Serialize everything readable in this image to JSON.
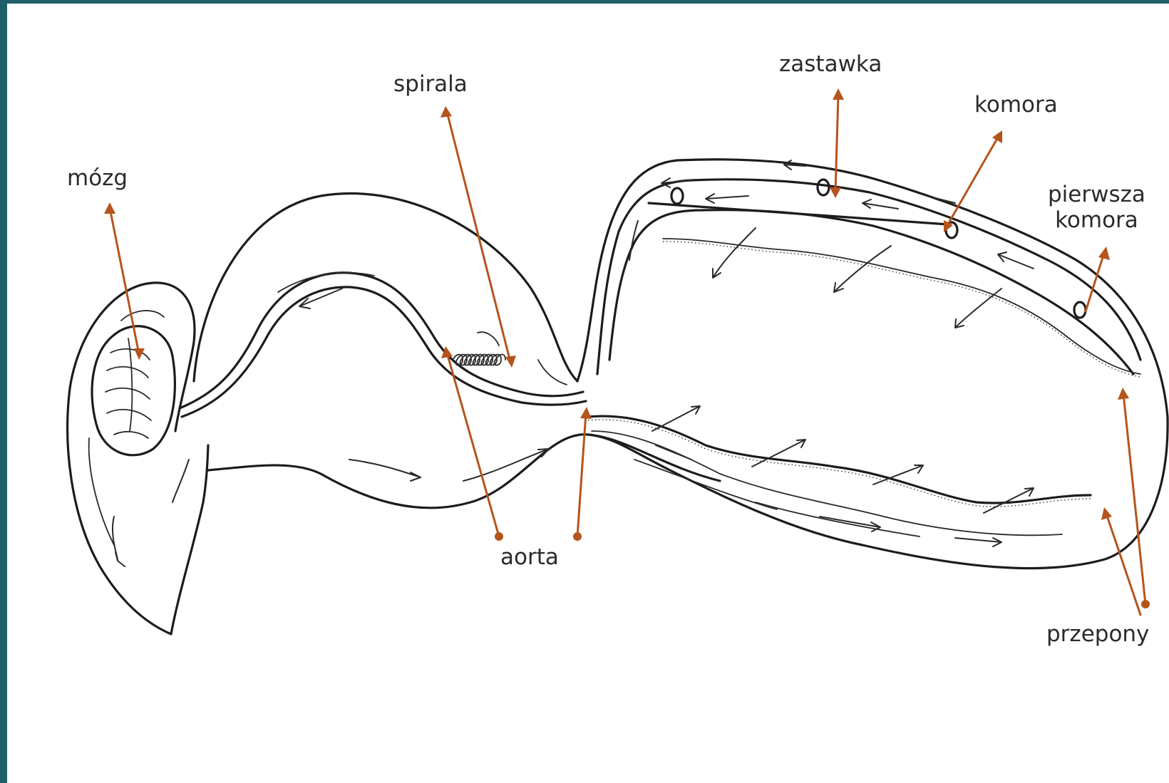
{
  "colors": {
    "background": "#1f5f6a",
    "canvas": "#ffffff",
    "ink": "#1c1c1c",
    "label_text": "#2b2b2b",
    "leader": "#b5541c"
  },
  "labels": {
    "mozg": "mózg",
    "spirala": "spirala",
    "zastawka": "zastawka",
    "komora": "komora",
    "pierwsza_komora_line1": "pierwsza",
    "pierwsza_komora_line2": "komora",
    "aorta": "aorta",
    "przepony": "przepony"
  }
}
